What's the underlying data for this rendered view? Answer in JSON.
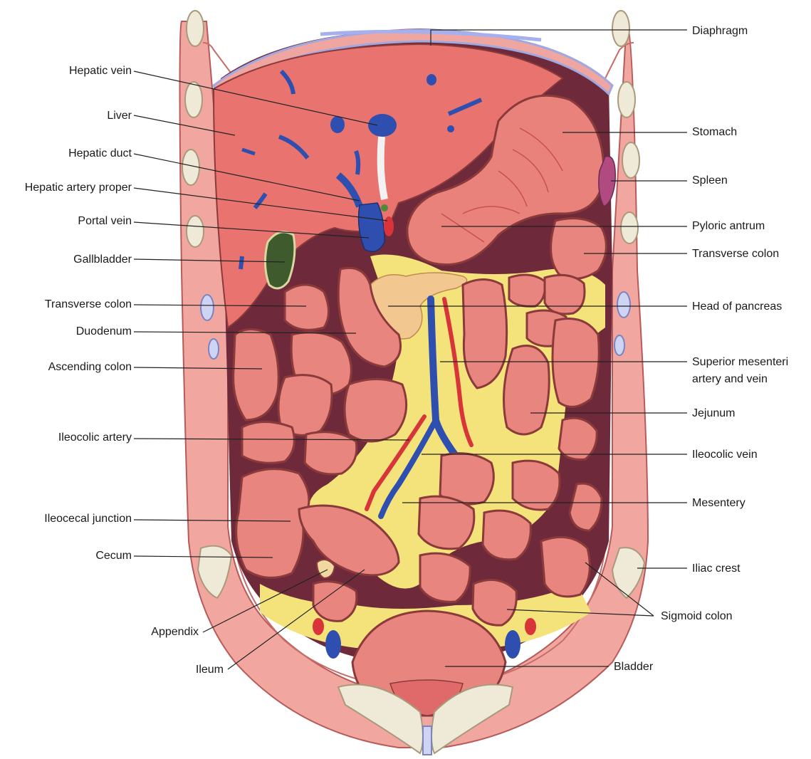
{
  "labels": {
    "diaphragm": "Diaphragm",
    "hepatic_vein": "Hepatic vein",
    "liver": "Liver",
    "stomach": "Stomach",
    "hepatic_duct": "Hepatic duct",
    "spleen": "Spleen",
    "hepatic_artery_proper": "Hepatic artery proper",
    "portal_vein": "Portal vein",
    "pyloric_antrum": "Pyloric antrum",
    "gallbladder": "Gallbladder",
    "transverse_colon_right": "Transverse colon",
    "transverse_colon_left": "Transverse colon",
    "head_of_pancreas": "Head of pancreas",
    "duodenum": "Duodenum",
    "ascending_colon": "Ascending colon",
    "superior_mesenteric_line1": "Superior mesenteri",
    "superior_mesenteric_line2": "artery and vein",
    "jejunum": "Jejunum",
    "ileocolic_artery": "Ileocolic artery",
    "ileocolic_vein": "Ileocolic vein",
    "mesentery": "Mesentery",
    "ileocecal_junction": "Ileocecal junction",
    "cecum": "Cecum",
    "iliac_crest": "Iliac crest",
    "sigmoid_colon": "Sigmoid colon",
    "appendix": "Appendix",
    "ileum": "Ileum",
    "bladder": "Bladder"
  },
  "colors": {
    "tissue": "#e8787a",
    "wall": "#f0a09a",
    "fat": "#f4e27a",
    "cavity": "#6e2a3a",
    "vein": "#2f4fb0",
    "artery": "#d8343a",
    "bone": "#efe9d8",
    "gallbladder": "#3f5a2c",
    "pancreas": "#f2c890",
    "spleen": "#b04a80"
  }
}
